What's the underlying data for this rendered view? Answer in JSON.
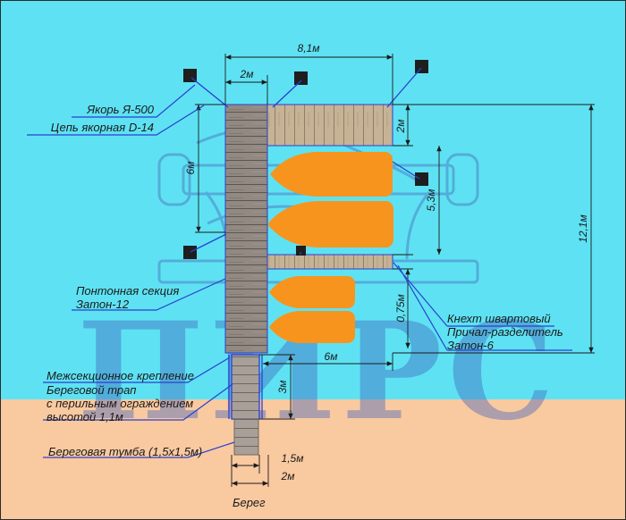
{
  "colors": {
    "water": "#5ee2f3",
    "shore": "#f9c9a0",
    "boat": "#f7941e",
    "deck_light": "#c9b79a",
    "deck_dark": "#8f877f",
    "bollard": "#1e1e1e",
    "annotation_line": "#2b3fd0",
    "watermark": "#3f62b8"
  },
  "watermark": {
    "text": "ПИРС"
  },
  "dimensions": {
    "total_width": "8,1м",
    "pier_width": "2м",
    "top_berth_width": "2м",
    "pontoon_length": "6м",
    "gap_width": "5,3м",
    "total_length": "12,1м",
    "divider_width": "0,75м",
    "divider_length": "6м",
    "ramp_length": "3м",
    "bollard_size": "1,5м",
    "shore_width": "2м"
  },
  "labels": {
    "anchor": "Якорь Я-500",
    "chain": "Цепь якорная D-14",
    "pontoon_section_1": "Понтонная секция",
    "pontoon_section_2": "Затон-12",
    "bollard_cleat": "Кнехт швартовый",
    "divider_1": "Причал-разделитель",
    "divider_2": "Затон-6",
    "joint": "Межсекционное крепление",
    "ramp_1": "Береговой трап",
    "ramp_2": "с перильным ограждением",
    "ramp_3": "высотой 1,1м",
    "shore_bollard": "Береговая тумба (1,5х1,5м)",
    "shore": "Берег"
  }
}
